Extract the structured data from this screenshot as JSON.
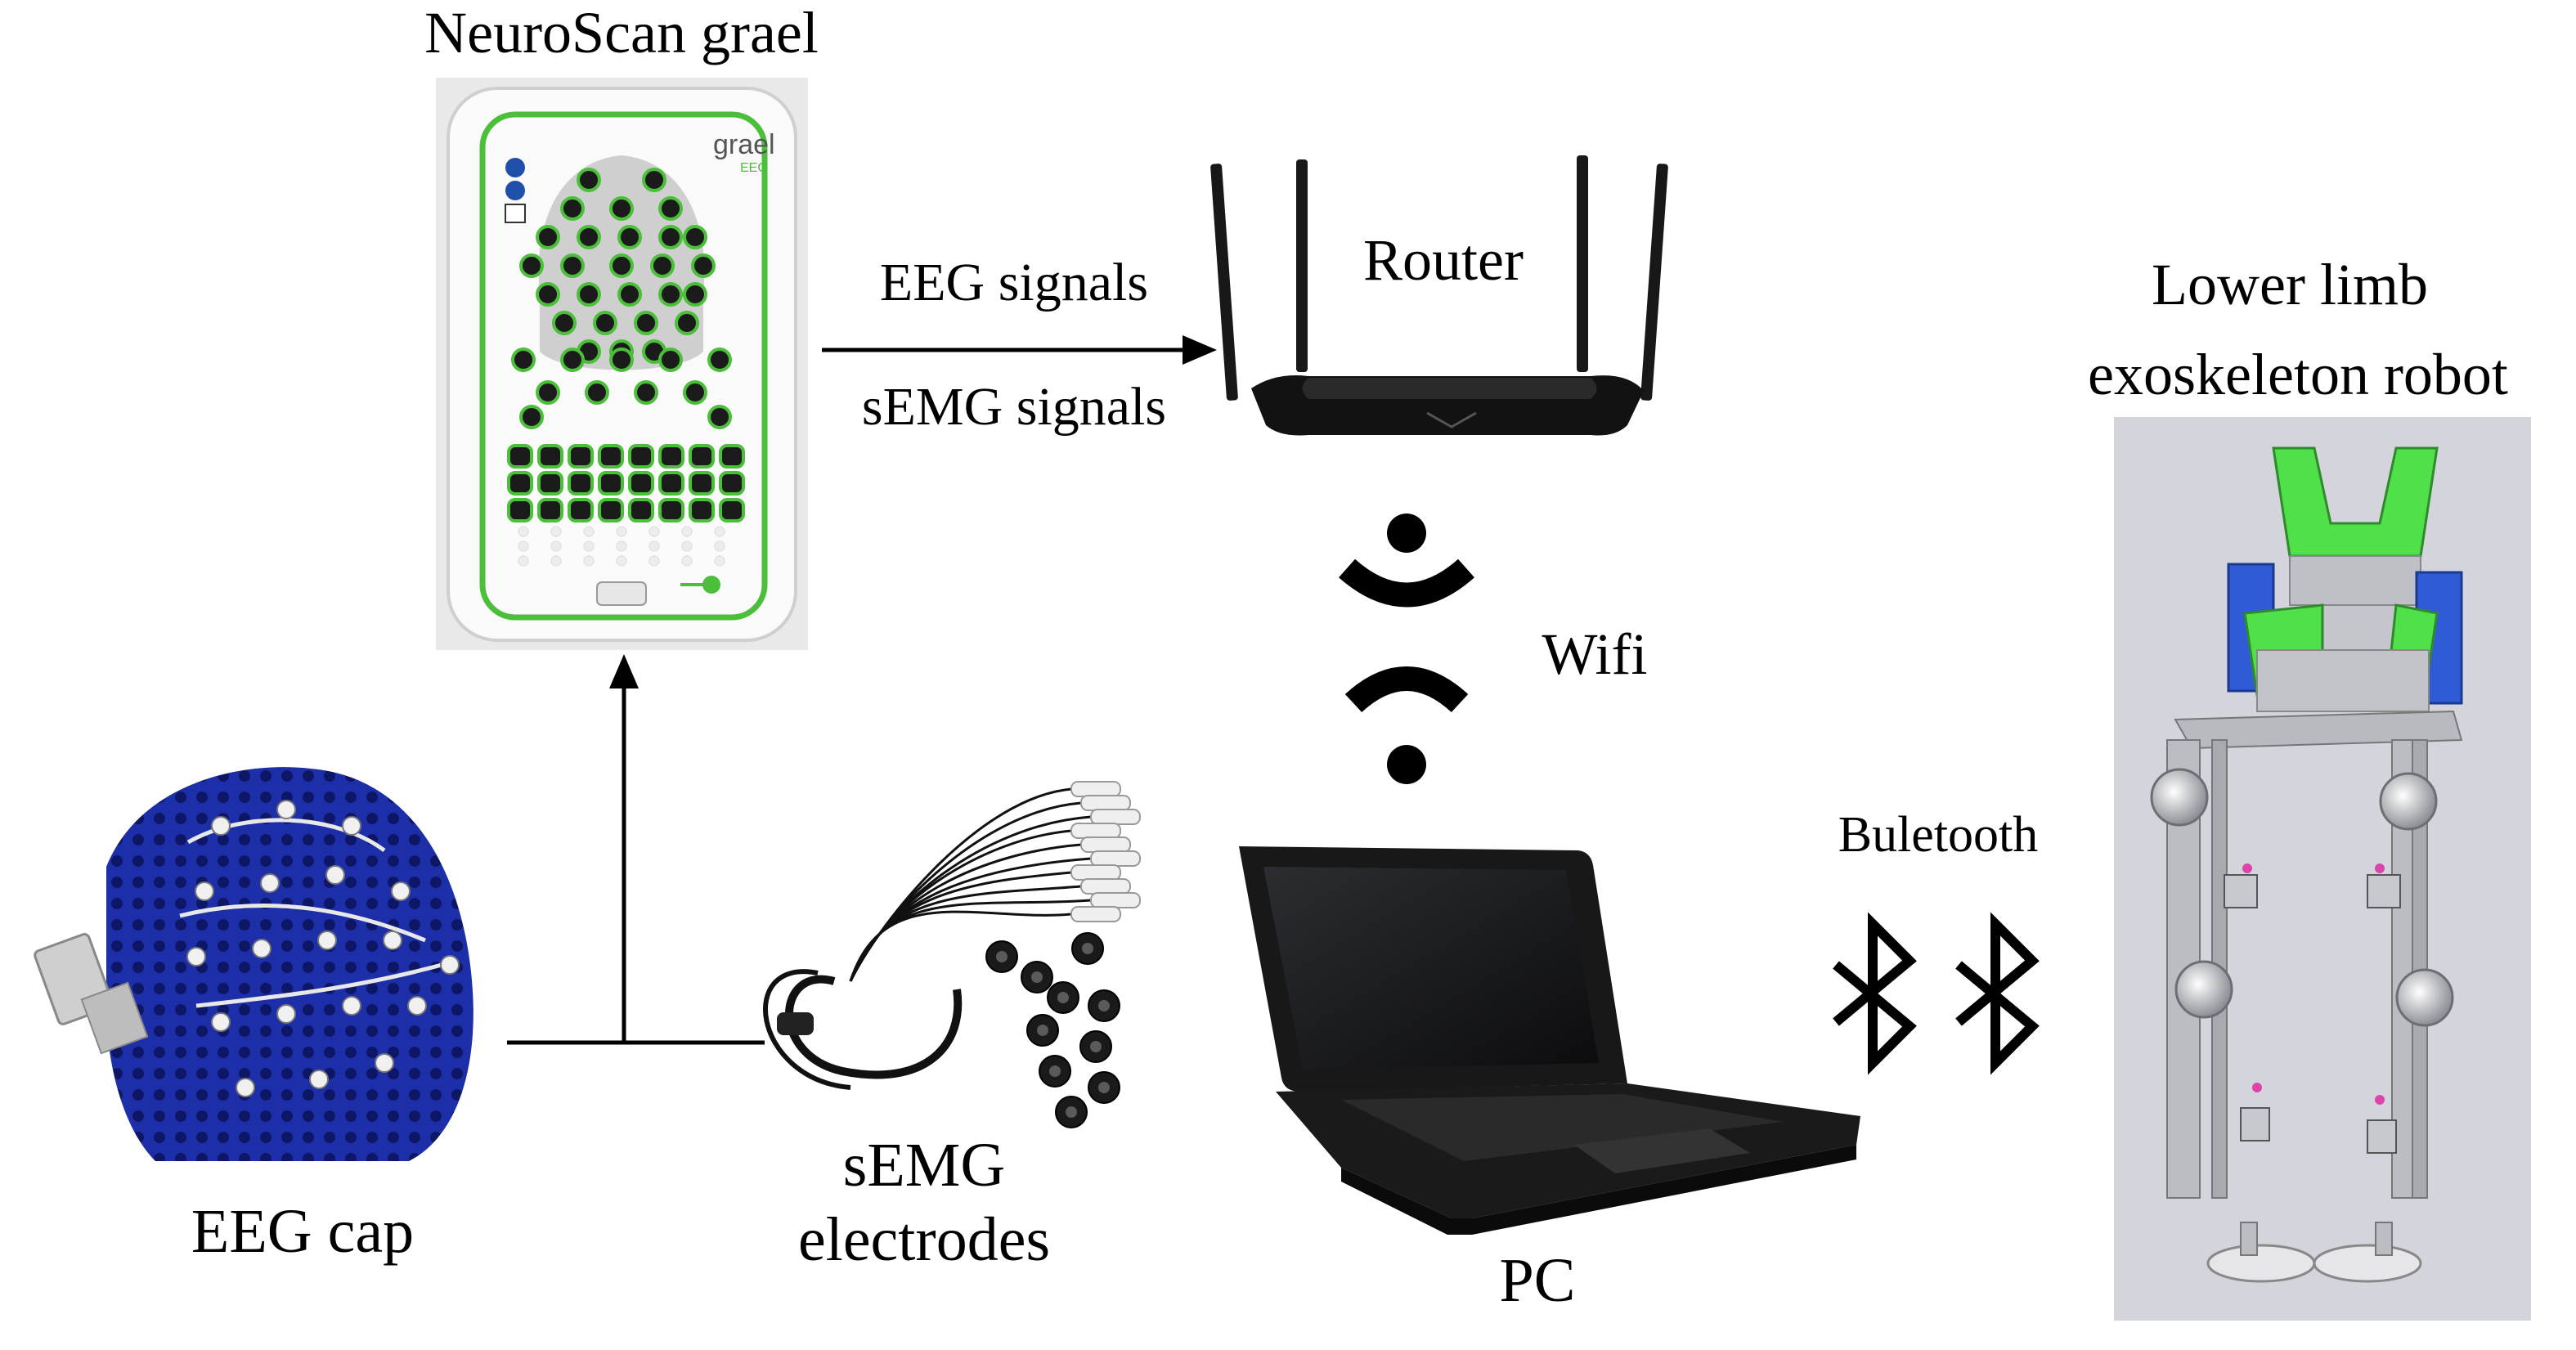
{
  "labels": {
    "neuroscan": "NeuroScan grael",
    "router": "Router",
    "eeg_signals": "EEG signals",
    "semg_signals": "sEMG signals",
    "wifi": "Wifi",
    "exo_line1": "Lower limb",
    "exo_line2": "exoskeleton robot",
    "bluetooth": "Buletooth",
    "eeg_cap": "EEG cap",
    "semg_line1": "sEMG",
    "semg_line2": "electrodes",
    "pc": "PC"
  },
  "device_text": {
    "grael_logo": "grael",
    "grael_sub": "EEG"
  },
  "colors": {
    "grael_green": "#4bbf3a",
    "cap_blue": "#1d2fa8",
    "exo_green": "#4fe04a",
    "exo_blue": "#2f5cd6",
    "exo_background": "#d4d5dc",
    "device_black": "#151515"
  }
}
